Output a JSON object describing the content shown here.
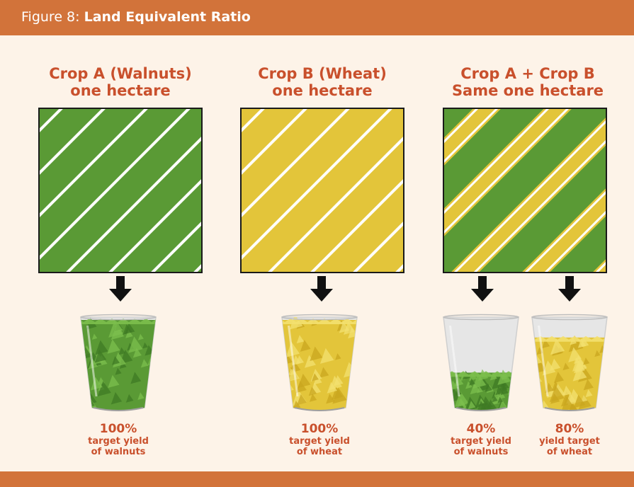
{
  "figure": {
    "number_label": "Figure 8:",
    "title": "Land Equivalent Ratio"
  },
  "colors": {
    "header": "#d2733a",
    "background": "#fdf3e8",
    "title_text": "#c9502c",
    "walnut_green": "#5a9a35",
    "wheat_yellow": "#e3c53a"
  },
  "columns": [
    {
      "title_line1": "Crop A (Walnuts)",
      "title_line2": "one hectare"
    },
    {
      "title_line1": "Crop B (Wheat)",
      "title_line2": "one hectare"
    },
    {
      "title_line1": "Crop A + Crop B",
      "title_line2": "Same one hectare"
    }
  ],
  "yields": [
    {
      "percent": "100%",
      "line1": "target yield",
      "line2": "of walnuts",
      "fill": 1.0,
      "crop": "walnuts"
    },
    {
      "percent": "100%",
      "line1": "target yield",
      "line2": "of wheat",
      "fill": 1.0,
      "crop": "wheat"
    },
    {
      "percent": "40%",
      "line1": "target yield",
      "line2": "of walnuts",
      "fill": 0.4,
      "crop": "walnuts"
    },
    {
      "percent": "80%",
      "line1": "yield target",
      "line2": "of wheat",
      "fill": 0.8,
      "crop": "wheat"
    }
  ]
}
